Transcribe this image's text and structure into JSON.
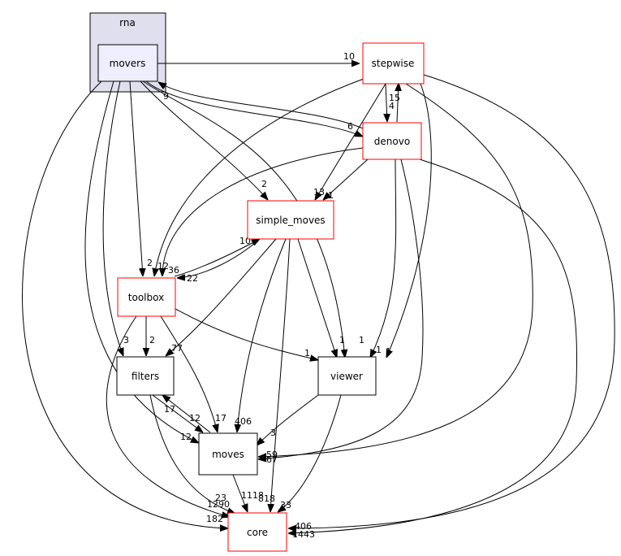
{
  "cluster": {
    "label": "rna",
    "fill": "#dfdfee",
    "stroke": "#000000"
  },
  "nodes": {
    "movers": {
      "label": "movers",
      "fill": "#eeeeff",
      "stroke": "#000000"
    },
    "stepwise": {
      "label": "stepwise",
      "fill": "#ffffff",
      "stroke": "#ff0000"
    },
    "denovo": {
      "label": "denovo",
      "fill": "#ffffff",
      "stroke": "#ff0000"
    },
    "simple_moves": {
      "label": "simple_moves",
      "fill": "#ffffff",
      "stroke": "#ff0000"
    },
    "toolbox": {
      "label": "toolbox",
      "fill": "#ffffff",
      "stroke": "#ff0000"
    },
    "filters": {
      "label": "filters",
      "fill": "#ffffff",
      "stroke": "#000000"
    },
    "viewer": {
      "label": "viewer",
      "fill": "#ffffff",
      "stroke": "#000000"
    },
    "moves": {
      "label": "moves",
      "fill": "#ffffff",
      "stroke": "#000000"
    },
    "core": {
      "label": "core",
      "fill": "#ffffff",
      "stroke": "#ff0000"
    }
  },
  "edge_labels": {
    "movers_stepwise": "10",
    "movers_denovo": "6",
    "movers_toolbox": "2",
    "movers_simple_moves": "2",
    "movers_filters": "3",
    "movers_viewer": "1",
    "movers_moves": "12",
    "movers_core": "182",
    "stepwise_denovo": "4",
    "denovo_stepwise": "15",
    "stepwise_movers": "9",
    "stepwise_simple_moves": "13",
    "stepwise_toolbox": "12",
    "stepwise_viewer": "1",
    "stepwise_moves": "59",
    "stepwise_core": "406",
    "denovo_simple_moves": "1",
    "denovo_toolbox": "36",
    "denovo_viewer": "1",
    "denovo_moves": "67",
    "denovo_core": "1443",
    "simple_moves_toolbox": "22",
    "toolbox_simple_moves": "10",
    "simple_moves_filters": "77",
    "simple_moves_viewer": "1",
    "simple_moves_moves": "406",
    "simple_moves_core": "818",
    "toolbox_filters": "2",
    "toolbox_viewer": "1",
    "toolbox_moves": "17",
    "toolbox_core": "23",
    "filters_moves": "12",
    "moves_filters": "17",
    "filters_core": "1290",
    "viewer_moves": "3",
    "viewer_core": "33",
    "moves_core": "1118"
  }
}
